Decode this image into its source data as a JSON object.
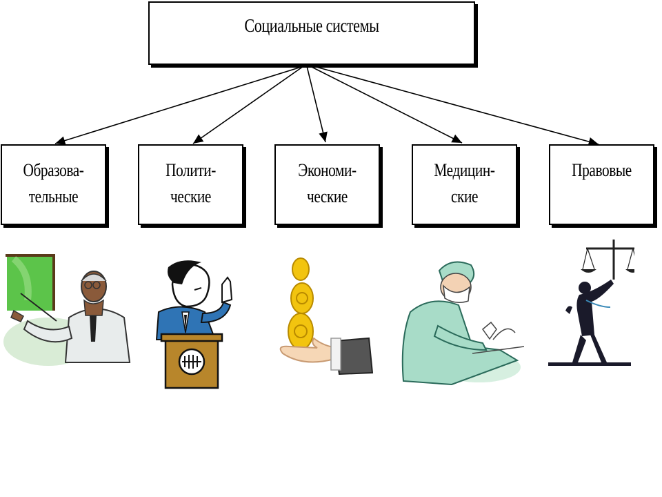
{
  "root": {
    "label": "Социальные системы"
  },
  "children": [
    {
      "id": "education",
      "label": "Образова-\nтельные",
      "icon": "teacher-pointer-illustration"
    },
    {
      "id": "political",
      "label": "Полити-\nческие",
      "icon": "politician-podium-illustration"
    },
    {
      "id": "economic",
      "label": "Экономи-\nческие",
      "icon": "coins-hand-illustration"
    },
    {
      "id": "medical",
      "label": "Медицин-\nские",
      "icon": "surgeon-illustration"
    },
    {
      "id": "legal",
      "label": "Правовые",
      "icon": "lady-justice-scales-illustration"
    }
  ],
  "colors": {
    "border": "#000000",
    "background": "#ffffff",
    "board": "#5cc44a",
    "coin": "#f2c40f",
    "suit": "#2f74b5",
    "scrubs": "#a8dcc8"
  }
}
